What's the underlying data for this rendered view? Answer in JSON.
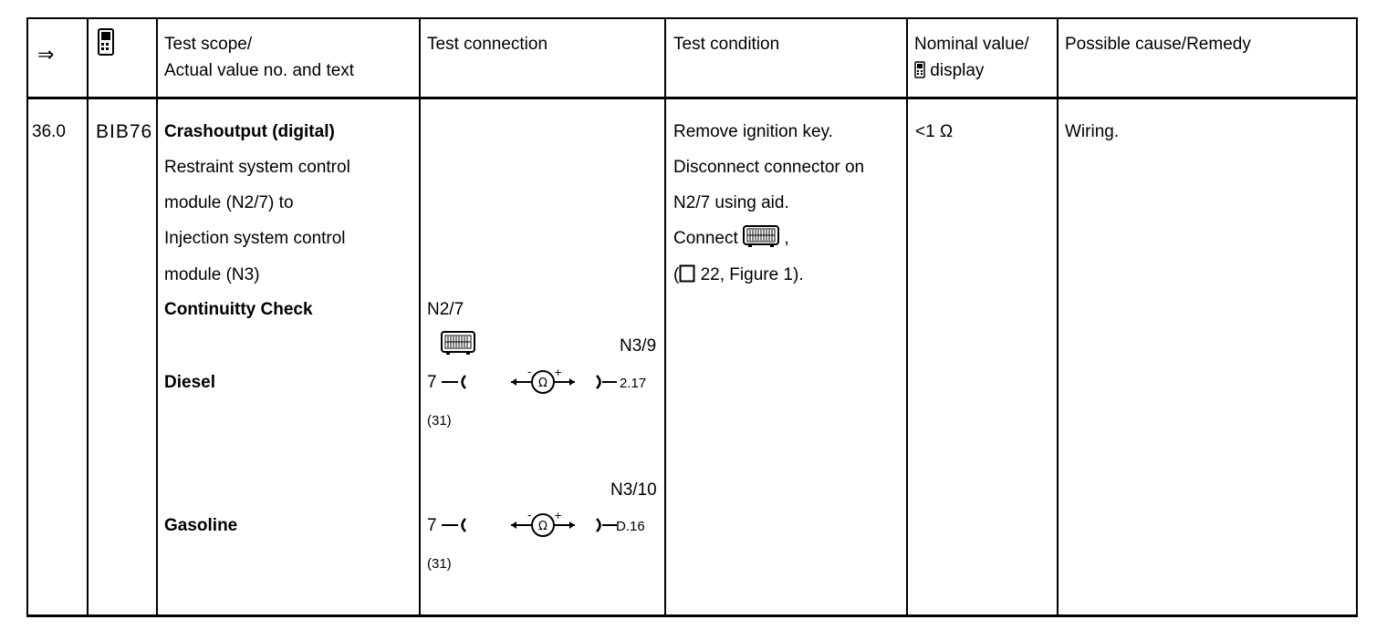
{
  "header": {
    "arrow": "⇒",
    "icon": "tester-handheld-icon",
    "test_scope_line1": "Test scope/",
    "test_scope_line2": "Actual value no. and text",
    "test_connection": "Test connection",
    "test_condition": "Test condition",
    "nominal_line1": "Nominal value/",
    "nominal_line2": "display",
    "cause": "Possible cause/Remedy"
  },
  "row": {
    "step": "36.0",
    "code": "BIB76",
    "scope": {
      "title": "Crashoutput (digital)",
      "lines": [
        "Restraint system control",
        "module (N2/7) to",
        "Injection system control",
        "module (N3)"
      ],
      "check": "Continuitty Check",
      "diesel": "Diesel",
      "gasoline": "Gasoline"
    },
    "connection": {
      "module_label": "N2/7",
      "diesel_target": "N3/9",
      "diesel_pin_left": "7",
      "diesel_pin_right": "2.17",
      "diesel_ground": "(31)",
      "gasoline_target": "N3/10",
      "gasoline_pin_left": "7",
      "gasoline_pin_right": "D.16",
      "gasoline_ground": "(31)",
      "meter_symbol": "Ω"
    },
    "condition": {
      "lines": [
        "Remove ignition key.",
        "Disconnect connector on",
        "N2/7 using aid."
      ],
      "connect": "Connect",
      "comma": ",",
      "reference_page": "22, Figure 1)."
    },
    "nominal": "<1 Ω",
    "remedy": "Wiring."
  }
}
